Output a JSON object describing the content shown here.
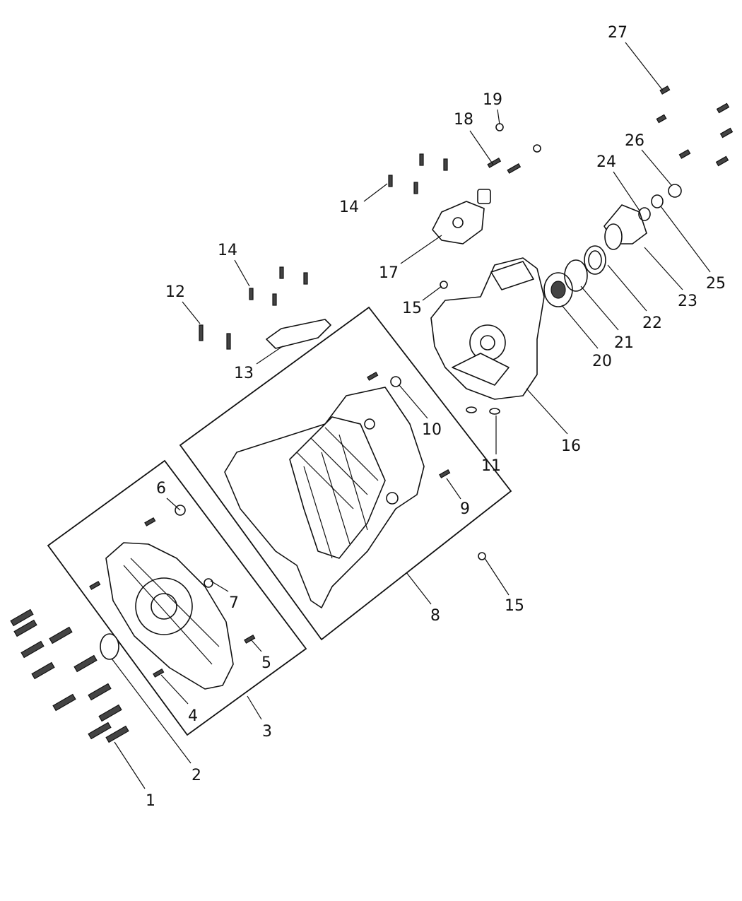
{
  "diagram": {
    "type": "exploded parts diagram - transmission case",
    "callouts": [
      "27",
      "19",
      "18",
      "26",
      "24",
      "14",
      "17",
      "25",
      "23",
      "22",
      "21",
      "20",
      "14",
      "12",
      "15",
      "13",
      "10",
      "11",
      "16",
      "9",
      "6",
      "7",
      "8",
      "15",
      "5",
      "4",
      "3",
      "2",
      "1"
    ]
  }
}
